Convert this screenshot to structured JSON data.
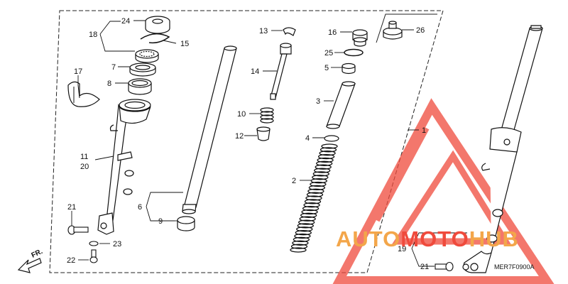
{
  "diagram_code": "MER7F0900A",
  "direction_label": "FR.",
  "watermark": {
    "part1": "AUTO",
    "part2": "MOTO",
    "part3": "HUB",
    "color_orange": "#f3a64a",
    "color_red": "#ef4a3c"
  },
  "callouts": {
    "c1": "1",
    "c2": "2",
    "c3": "3",
    "c4": "4",
    "c5": "5",
    "c6": "6",
    "c7": "7",
    "c8": "8",
    "c9": "9",
    "c10": "10",
    "c11": "11",
    "c12": "12",
    "c13": "13",
    "c14": "14",
    "c15": "15",
    "c16": "16",
    "c17": "17",
    "c18": "18",
    "c19": "19",
    "c20": "20",
    "c21a": "21",
    "c21b": "21",
    "c22": "22",
    "c23": "23",
    "c24": "24",
    "c25": "25",
    "c26": "26"
  }
}
